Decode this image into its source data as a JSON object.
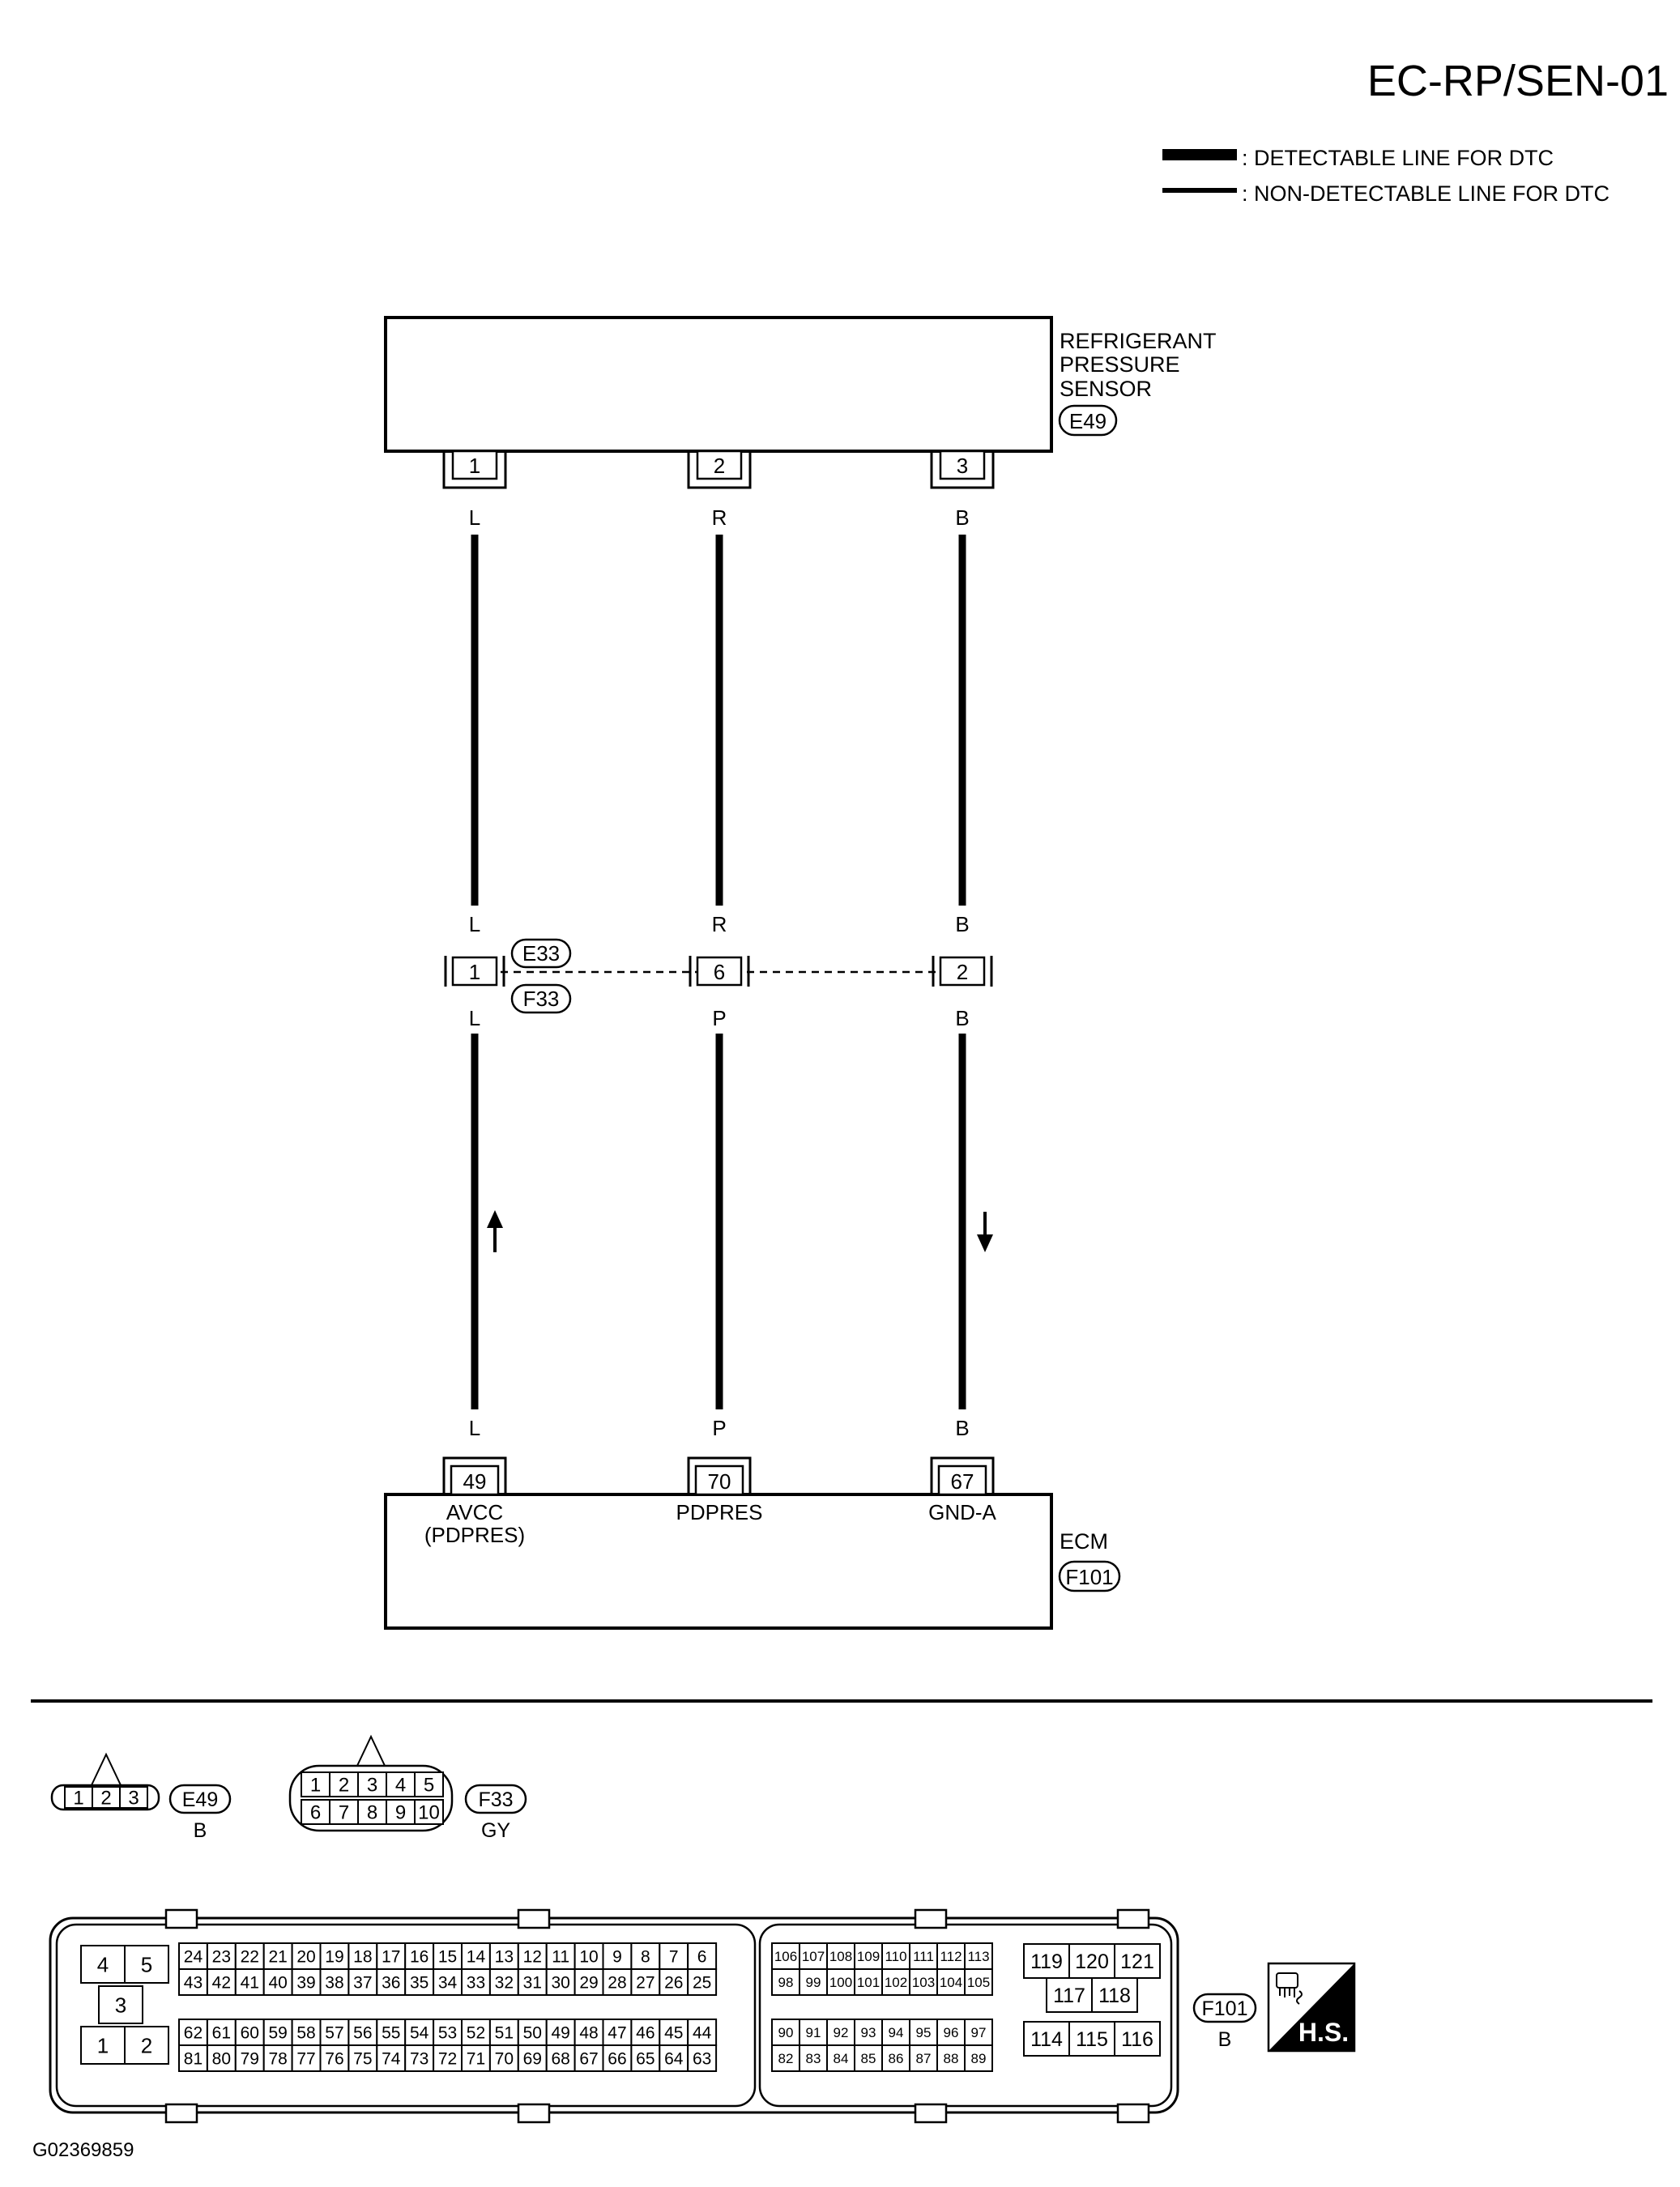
{
  "page_code": "EC-RP/SEN-01",
  "legend": {
    "detectable": ": DETECTABLE LINE FOR DTC",
    "non_detectable": ": NON-DETECTABLE LINE FOR DTC"
  },
  "sensor": {
    "name_lines": [
      "REFRIGERANT",
      "PRESSURE",
      "SENSOR"
    ],
    "connector": "E49"
  },
  "wires": [
    {
      "sensor_pin": "1",
      "color_top": "L",
      "joint_pin": "1",
      "color_bottom": "L",
      "ecm_pin": "49",
      "ecm_label": [
        "AVCC",
        "(PDPRES)"
      ],
      "arrow": "up"
    },
    {
      "sensor_pin": "2",
      "color_top": "R",
      "joint_pin": "6",
      "color_bottom": "P",
      "ecm_pin": "70",
      "ecm_label": [
        "PDPRES"
      ],
      "arrow": "none"
    },
    {
      "sensor_pin": "3",
      "color_top": "B",
      "joint_pin": "2",
      "color_bottom": "B",
      "ecm_pin": "67",
      "ecm_label": [
        "GND-A"
      ],
      "arrow": "down"
    }
  ],
  "joint_connectors": [
    "E33",
    "F33"
  ],
  "ecm": {
    "name": "ECM",
    "connector": "F101"
  },
  "connector_views": {
    "e49": {
      "pins": [
        "1",
        "2",
        "3"
      ],
      "id": "E49",
      "color": "B"
    },
    "f33": {
      "pins_top": [
        "1",
        "2",
        "3",
        "4",
        "5"
      ],
      "pins_bottom": [
        "6",
        "7",
        "8",
        "9",
        "10"
      ],
      "id": "F33",
      "color": "GY"
    },
    "f101": {
      "id": "F101",
      "color": "B",
      "left_block": {
        "r1": [
          "4",
          "5"
        ],
        "mid": "3",
        "r3": [
          "1",
          "2"
        ]
      },
      "block_a": {
        "r1": [
          "24",
          "23",
          "22",
          "21",
          "20",
          "19",
          "18",
          "17",
          "16",
          "15",
          "14",
          "13",
          "12",
          "11",
          "10",
          "9",
          "8",
          "7",
          "6"
        ],
        "r2": [
          "43",
          "42",
          "41",
          "40",
          "39",
          "38",
          "37",
          "36",
          "35",
          "34",
          "33",
          "32",
          "31",
          "30",
          "29",
          "28",
          "27",
          "26",
          "25"
        ],
        "r3": [
          "62",
          "61",
          "60",
          "59",
          "58",
          "57",
          "56",
          "55",
          "54",
          "53",
          "52",
          "51",
          "50",
          "49",
          "48",
          "47",
          "46",
          "45",
          "44"
        ],
        "r4": [
          "81",
          "80",
          "79",
          "78",
          "77",
          "76",
          "75",
          "74",
          "73",
          "72",
          "71",
          "70",
          "69",
          "68",
          "67",
          "66",
          "65",
          "64",
          "63"
        ]
      },
      "block_b": {
        "r1": [
          "106",
          "107",
          "108",
          "109",
          "110",
          "111",
          "112",
          "113"
        ],
        "r2": [
          "98",
          "99",
          "100",
          "101",
          "102",
          "103",
          "104",
          "105"
        ],
        "r3": [
          "90",
          "91",
          "92",
          "93",
          "94",
          "95",
          "96",
          "97"
        ],
        "r4": [
          "82",
          "83",
          "84",
          "85",
          "86",
          "87",
          "88",
          "89"
        ]
      },
      "block_c": {
        "r1": [
          "119",
          "120",
          "121"
        ],
        "r2": [
          "117",
          "118"
        ],
        "r3": [
          "114",
          "115",
          "116"
        ]
      }
    }
  },
  "hs_badge": "H.S.",
  "figure_code": "G02369859"
}
